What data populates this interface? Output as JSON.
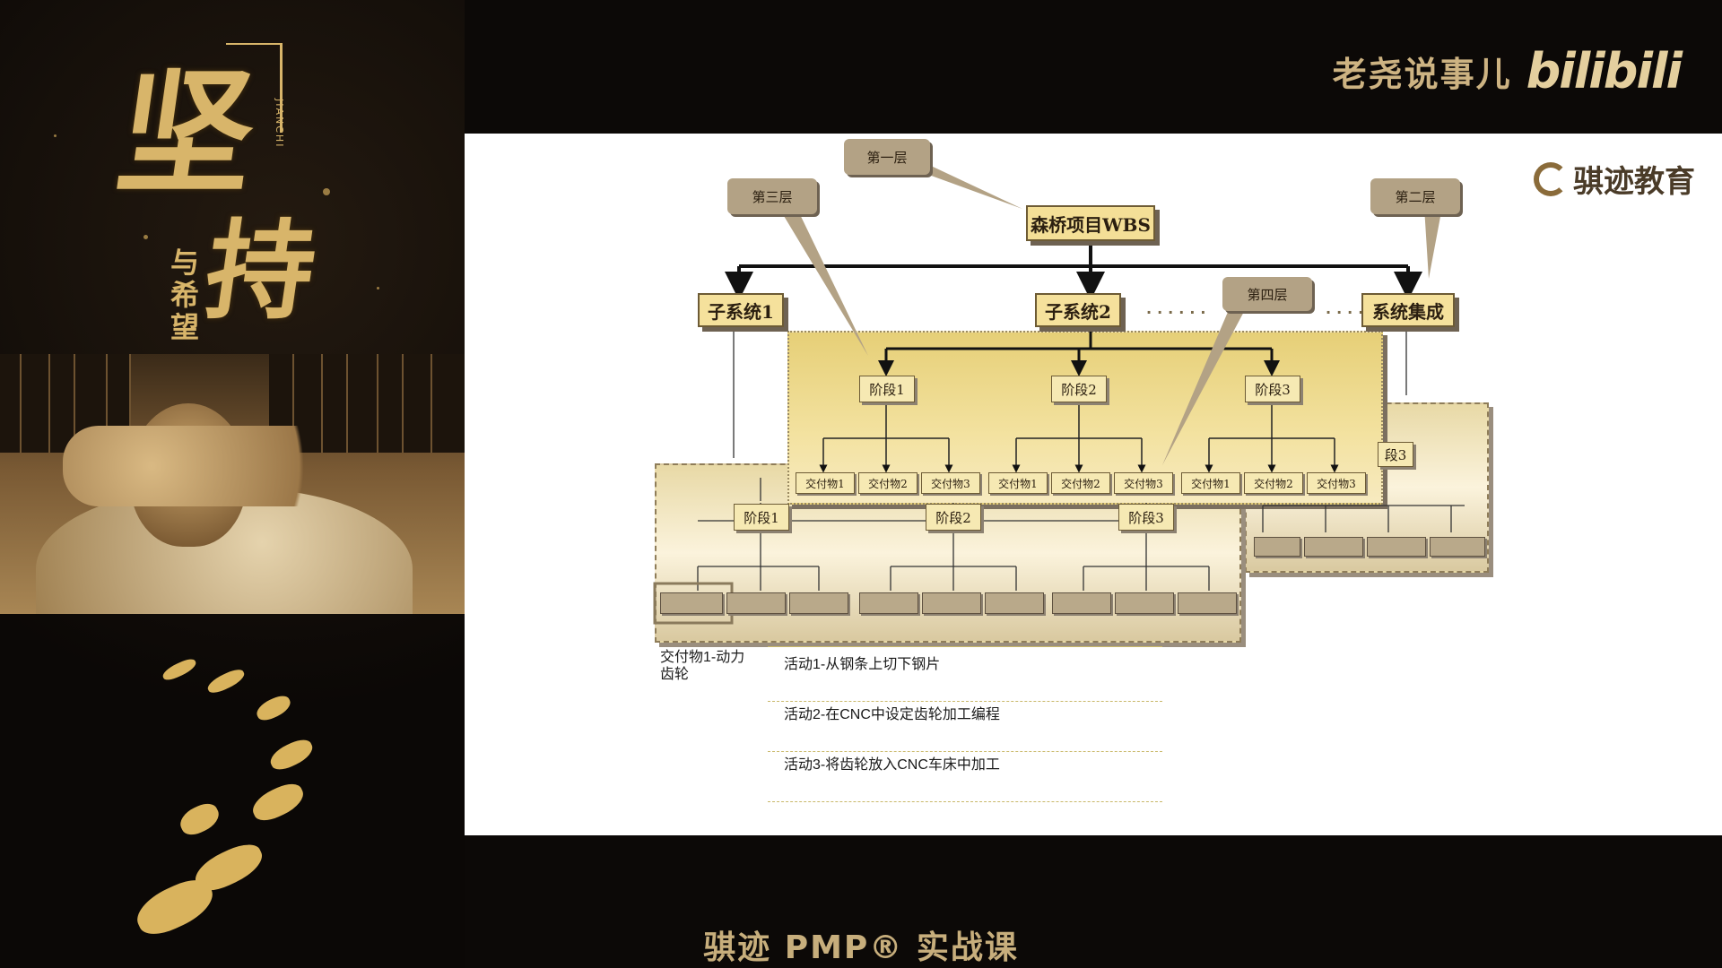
{
  "poster": {
    "title_main": "坚",
    "title_second": "持",
    "subtitle": "与希望",
    "pinyin": "JIANCHI"
  },
  "channel": {
    "name": "老尧说事儿",
    "platform_logo": "bilibili"
  },
  "slide": {
    "brand_name": "骐迹教育",
    "root": "森桥项目WBS",
    "callouts": {
      "level1": "第一层",
      "level2": "第二层",
      "level3": "第三层",
      "level4": "第四层"
    },
    "subsystems": [
      "子系统1",
      "子系统2",
      "系统集成"
    ],
    "ellipsis": "......",
    "phases": [
      "阶段1",
      "阶段2",
      "阶段3"
    ],
    "phase_right_partial": "段3",
    "deliverables": [
      "交付物1",
      "交付物2",
      "交付物3"
    ],
    "deliverable_label": "交付物1-动力齿轮",
    "activities": [
      "活动1-从钢条上切下钢片",
      "活动2-在CNC中设定齿轮加工编程",
      "活动3-将齿轮放入CNC车床中加工"
    ]
  },
  "course_title": "骐迹 PMP® 实战课",
  "colors": {
    "background": "#0c0907",
    "gold": "#d8b56a",
    "slide_node": "#f4df97"
  }
}
